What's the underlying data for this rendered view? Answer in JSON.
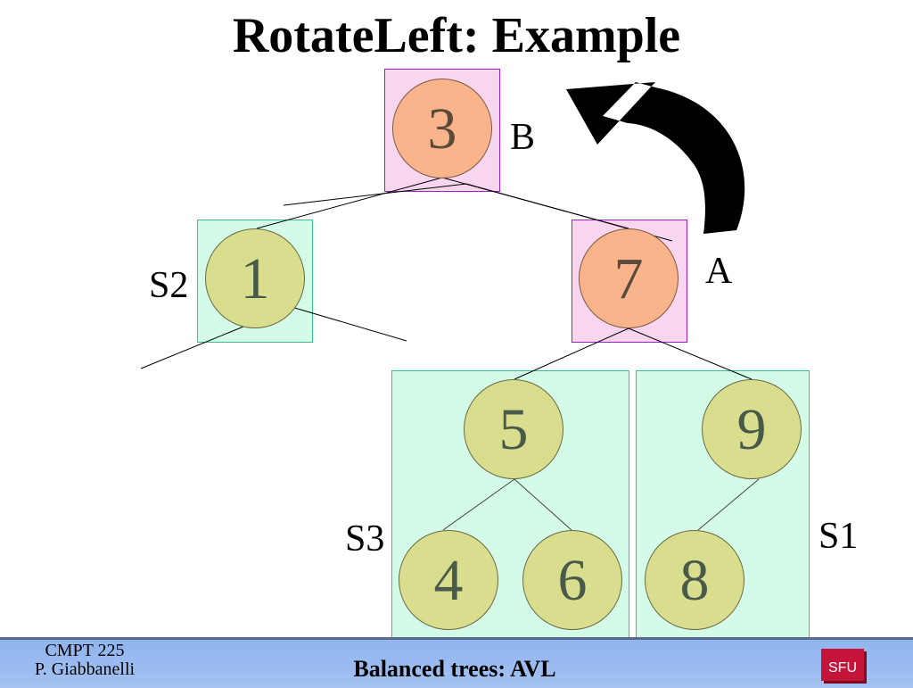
{
  "title": "RotateLeft: Example",
  "nodes": {
    "n3": "3",
    "n1": "1",
    "n7": "7",
    "n5": "5",
    "n9": "9",
    "n4": "4",
    "n6": "6",
    "n8": "8"
  },
  "labels": {
    "b": "B",
    "a": "A",
    "s1": "S1",
    "s2": "S2",
    "s3": "S3"
  },
  "footer": {
    "course_line1": "CMPT 225",
    "course_line2": "P. Giabbanelli",
    "title": "Balanced trees: AVL",
    "logo": "SFU"
  },
  "colors": {
    "highlight_box": "#f8d6f0",
    "subtree_box": "#d4fbe8",
    "rotating_node": "#f9b48c",
    "subtree_node": "#d9de8e",
    "footer": "#9dbcf0",
    "logo": "#c4143a"
  }
}
